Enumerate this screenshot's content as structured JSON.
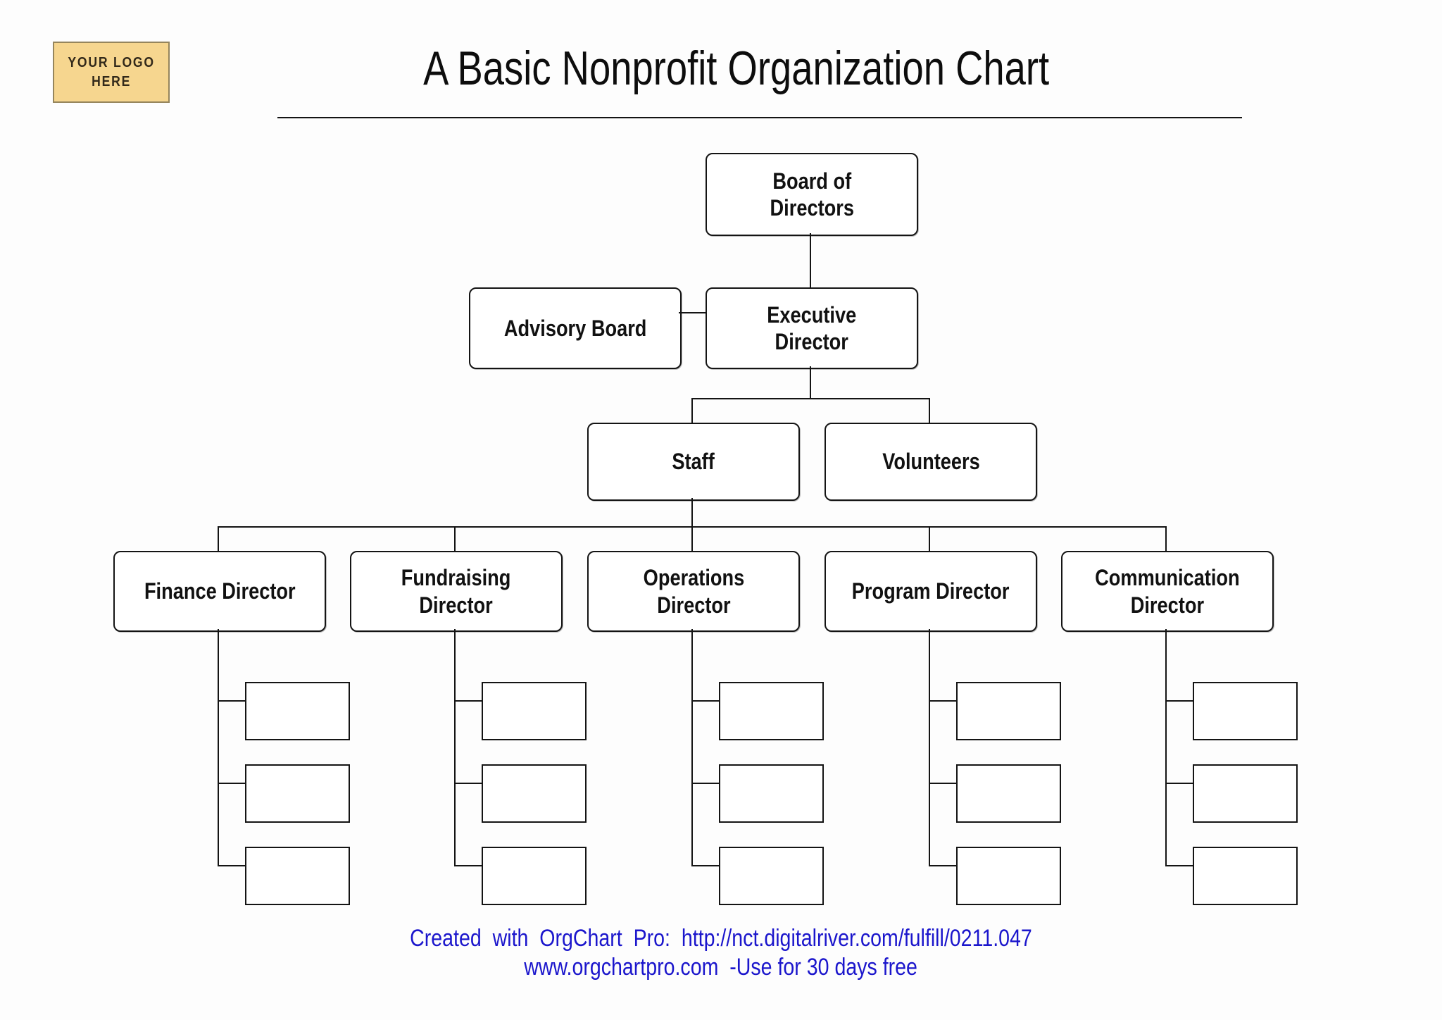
{
  "page": {
    "title": "A Basic Nonprofit Organization Chart",
    "background_color": "#fdfdfd",
    "line_color": "#141414"
  },
  "logo": {
    "text": "YOUR LOGO\nHERE",
    "fill_color": "#f6d68f",
    "border_color": "#95855c",
    "text_color": "#32291a"
  },
  "chart": {
    "nodes": {
      "board": {
        "label": "Board of\nDirectors"
      },
      "advisory": {
        "label": "Advisory Board"
      },
      "executive": {
        "label": "Executive\nDirector"
      },
      "staff": {
        "label": "Staff"
      },
      "volunteers": {
        "label": "Volunteers"
      },
      "finance": {
        "label": "Finance Director"
      },
      "fundraising": {
        "label": "Fundraising\nDirector"
      },
      "operations": {
        "label": "Operations\nDirector"
      },
      "program": {
        "label": "Program Director"
      },
      "communication": {
        "label": "Communication\nDirector"
      }
    },
    "empty_subordinate_boxes_per_director": 3
  },
  "footer": {
    "line1": "Created  with  OrgChart  Pro:  http://nct.digitalriver.com/fulfill/0211.047",
    "line2": "www.orgchartpro.com  -Use for 30 days free",
    "color": "#1b16cc"
  }
}
